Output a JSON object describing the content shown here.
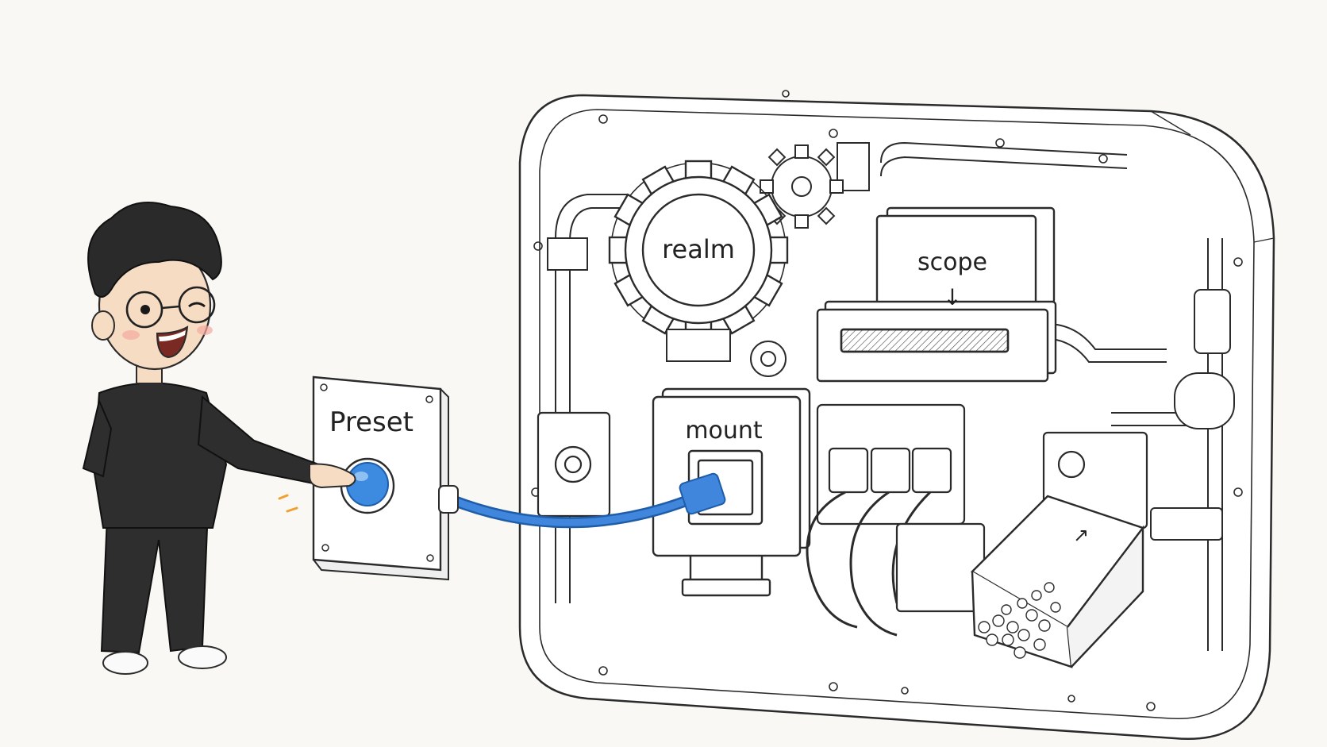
{
  "labels": {
    "preset": "Preset",
    "realm": "realm",
    "scope": "scope",
    "scope_arrow": "↓",
    "mount": "mount",
    "hopper_arrow": "↗"
  },
  "colors": {
    "background": "#faf8f4",
    "ink": "#2b2b2b",
    "button_blue": "#3d8be0",
    "cable_blue": "#3f86dc",
    "shirt": "#2e2e2e",
    "skin": "#f7dcc4",
    "accent_orange": "#f0a030"
  },
  "icons": [
    "gear-icon",
    "arrow-down-icon",
    "arrow-up-right-icon",
    "push-button-icon"
  ]
}
